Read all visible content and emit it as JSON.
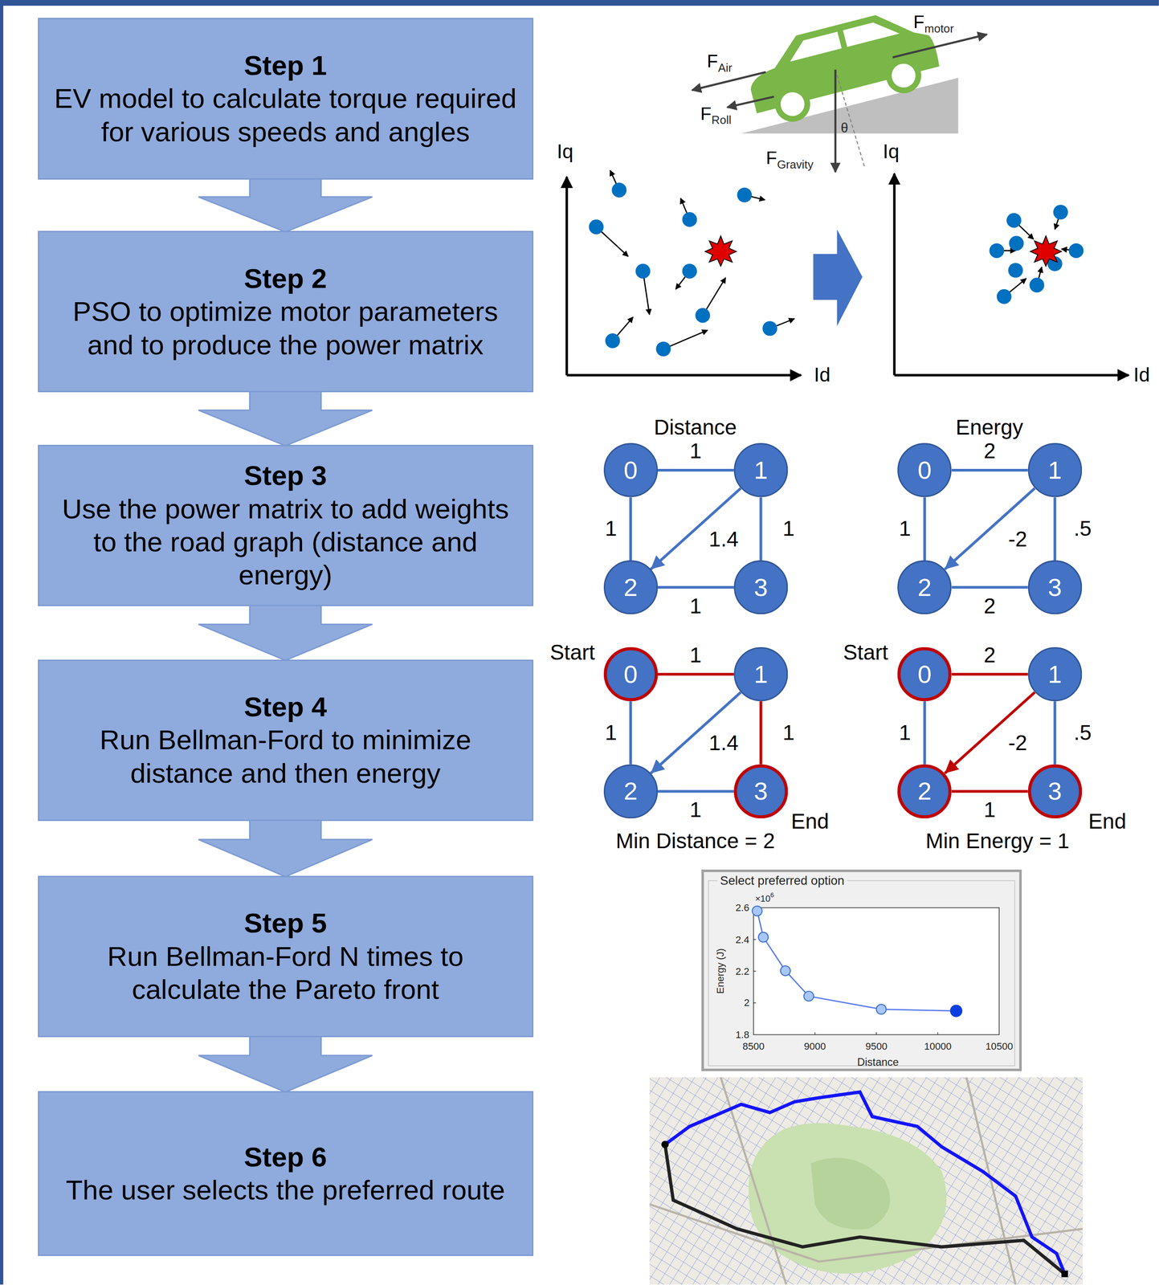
{
  "diagram": {
    "nodes": [
      {
        "text": [
          "Step 1",
          "EV model to calculate torque required for various speeds and angles"
        ]
      },
      {
        "text": [
          "Step 2",
          "PSO to optimize motor parameters and to produce the power matrix"
        ]
      },
      {
        "text": [
          "Step 3",
          "Use the power matrix to add weights to the road graph (distance and energy)"
        ]
      },
      {
        "text": [
          "Step 4",
          "Run Bellman-Ford to minimize distance and then energy"
        ]
      },
      {
        "text": [
          "Step 5",
          "Run Bellman-Ford N times to calculate the Pareto front"
        ]
      },
      {
        "text": [
          "Step 6",
          "The user selects the preferred route"
        ]
      },
      {
        "text": [
          "0"
        ]
      },
      {
        "text": [
          "1"
        ]
      },
      {
        "text": [
          "2"
        ]
      },
      {
        "text": [
          "3"
        ]
      },
      {
        "text": [
          "0"
        ]
      },
      {
        "text": [
          "1"
        ]
      },
      {
        "text": [
          "2"
        ]
      },
      {
        "text": [
          "3"
        ]
      },
      {
        "text": [
          "0"
        ]
      },
      {
        "text": [
          "1"
        ]
      },
      {
        "text": [
          "2"
        ]
      },
      {
        "text": [
          "3"
        ]
      },
      {
        "text": [
          "0"
        ]
      },
      {
        "text": [
          "1"
        ]
      },
      {
        "text": [
          "2"
        ]
      },
      {
        "text": [
          "3"
        ]
      }
    ],
    "edges": [
      {
        "from": 0,
        "to": 1,
        "arrow": "to"
      },
      {
        "from": 1,
        "to": 2,
        "arrow": "to"
      },
      {
        "from": 2,
        "to": 3,
        "arrow": "to"
      },
      {
        "from": 3,
        "to": 4,
        "arrow": "to"
      },
      {
        "from": 4,
        "to": 5,
        "arrow": "to"
      },
      {
        "from": 6,
        "to": 7,
        "arrow": "none",
        "label": "1"
      },
      {
        "from": 6,
        "to": 8,
        "arrow": "none",
        "label": "1"
      },
      {
        "from": 7,
        "to": 8,
        "arrow": "to",
        "label": "1.4"
      },
      {
        "from": 7,
        "to": 9,
        "arrow": "none",
        "label": "1"
      },
      {
        "from": 8,
        "to": 9,
        "arrow": "none",
        "label": "1"
      },
      {
        "from": 10,
        "to": 11,
        "arrow": "none",
        "label": "2"
      },
      {
        "from": 10,
        "to": 12,
        "arrow": "none",
        "label": "1"
      },
      {
        "from": 11,
        "to": 12,
        "arrow": "to",
        "label": "-2"
      },
      {
        "from": 11,
        "to": 13,
        "arrow": "none",
        "label": ".5"
      },
      {
        "from": 12,
        "to": 13,
        "arrow": "none",
        "label": "2"
      },
      {
        "from": 14,
        "to": 15,
        "arrow": "none",
        "label": "1"
      },
      {
        "from": 14,
        "to": 16,
        "arrow": "none",
        "label": "1"
      },
      {
        "from": 15,
        "to": 16,
        "arrow": "to",
        "label": "1.4"
      },
      {
        "from": 15,
        "to": 17,
        "arrow": "none",
        "label": "1"
      },
      {
        "from": 16,
        "to": 17,
        "arrow": "none",
        "label": "1"
      },
      {
        "from": 18,
        "to": 19,
        "arrow": "none",
        "label": "2"
      },
      {
        "from": 18,
        "to": 20,
        "arrow": "none",
        "label": "1"
      },
      {
        "from": 19,
        "to": 20,
        "arrow": "to",
        "label": "-2"
      },
      {
        "from": 19,
        "to": 21,
        "arrow": "none",
        "label": ".5"
      },
      {
        "from": 20,
        "to": 21,
        "arrow": "none",
        "label": "1"
      }
    ],
    "labels": [
      "F",
      "motor",
      "F",
      "Air",
      "F",
      "Roll",
      "F",
      "Gravity",
      "θ",
      "Iq",
      "Id",
      "Iq",
      "Id",
      "Distance",
      "Energy",
      "Start",
      "End",
      "Min Distance = 2",
      "Start",
      "End",
      "Min Energy = 1",
      "Select preferred option",
      "×10",
      "6",
      "2.6",
      "2.4",
      "2.2",
      "2",
      "1.8",
      "Energy (J)",
      "8500",
      "9000",
      "9500",
      "10000",
      "10500",
      "Distance"
    ]
  }
}
